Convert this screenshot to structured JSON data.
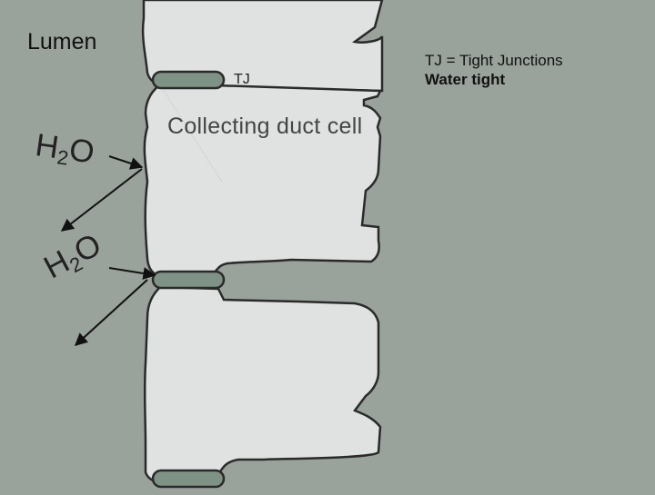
{
  "labels": {
    "lumen": "Lumen",
    "tj": "TJ",
    "cell": "Collecting duct cell",
    "legend_line1": "TJ = Tight Junctions",
    "legend_line2": "Water tight"
  },
  "water_molecules": [
    {
      "base": "H",
      "subscript": "2",
      "tail": "O"
    },
    {
      "base": "H",
      "subscript": "2",
      "tail": "O"
    }
  ],
  "colors": {
    "background": "#9aa29c",
    "cell_fill": "#dfe2e0",
    "cell_outline": "#2a2a2a",
    "junction_fill": "#7e9385",
    "arrow": "#111111"
  }
}
